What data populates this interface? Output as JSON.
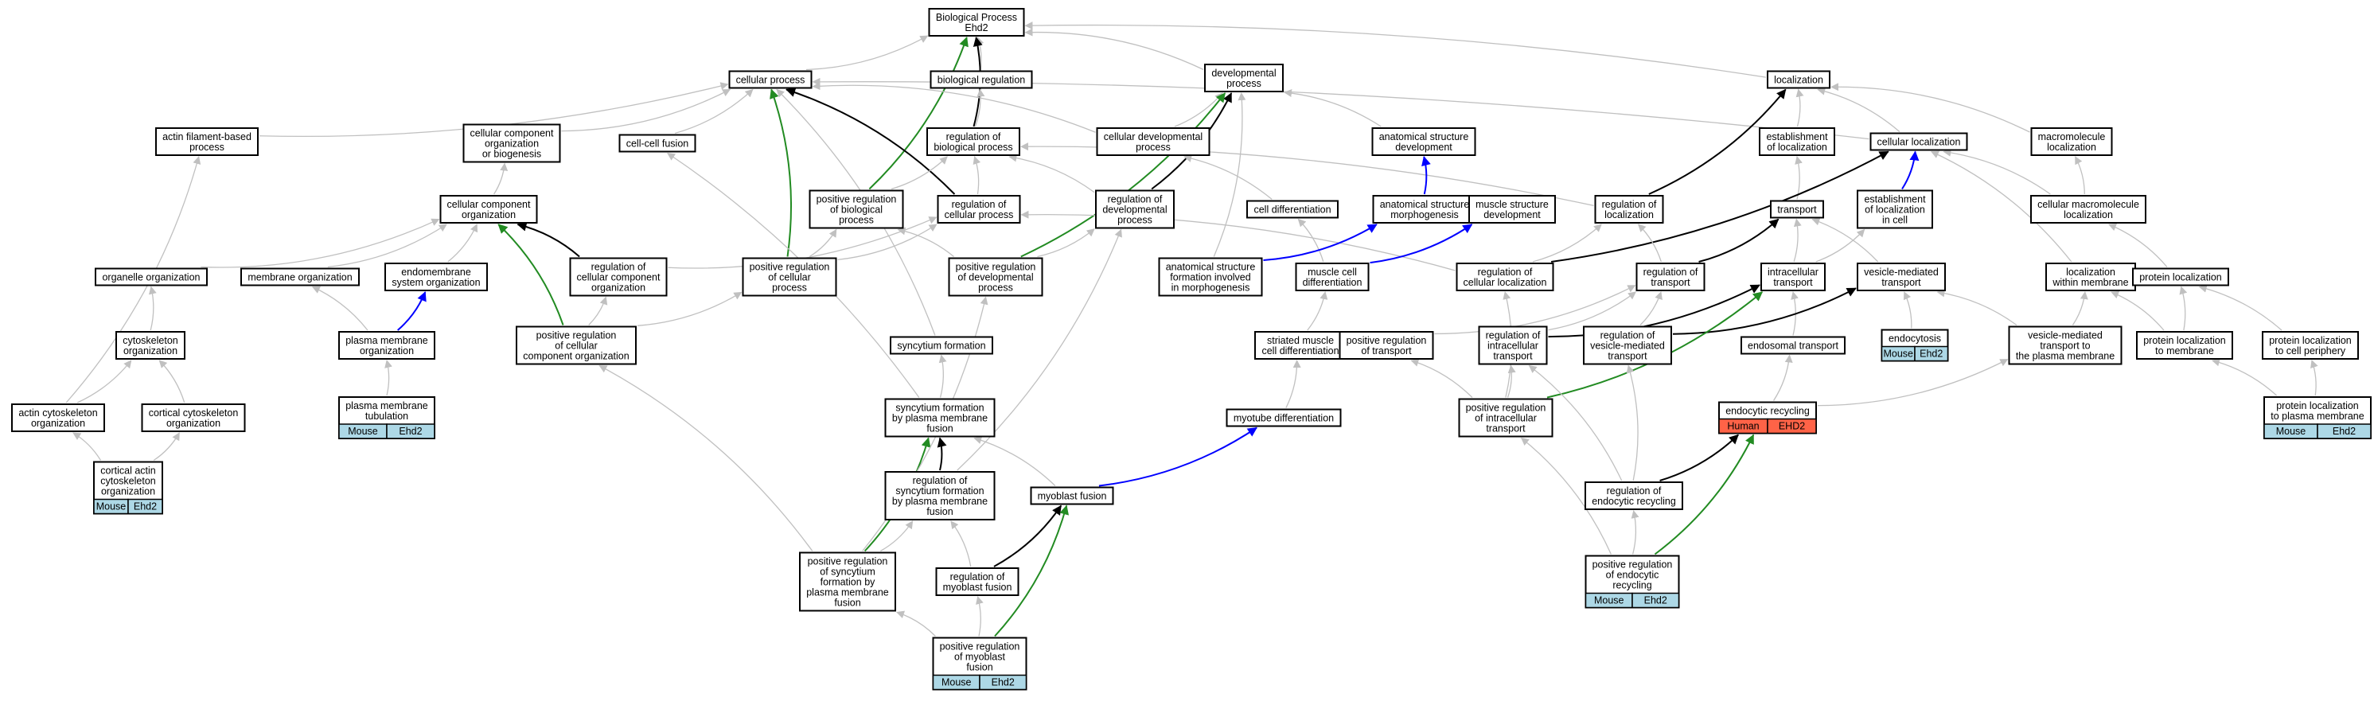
{
  "colors": {
    "gray_edge": "#c0c0c0",
    "black_edge": "#000000",
    "green_edge": "#228b22",
    "blue_edge": "#0000ff",
    "mouse_badge": "#add8e6",
    "human_badge": "#ff6347"
  },
  "nodes": [
    {
      "id": "bp",
      "lines": [
        "Biological Process",
        "Ehd2"
      ]
    },
    {
      "id": "cellular_process",
      "lines": [
        "cellular process"
      ]
    },
    {
      "id": "biological_regulation",
      "lines": [
        "biological regulation"
      ]
    },
    {
      "id": "developmental_process",
      "lines": [
        "developmental",
        "process"
      ]
    },
    {
      "id": "localization",
      "lines": [
        "localization"
      ]
    },
    {
      "id": "actin_filament",
      "lines": [
        "actin filament-based",
        "process"
      ]
    },
    {
      "id": "ccob",
      "lines": [
        "cellular component",
        "organization",
        "or biogenesis"
      ]
    },
    {
      "id": "cell_cell_fusion",
      "lines": [
        "cell-cell fusion"
      ]
    },
    {
      "id": "reg_bio_process",
      "lines": [
        "regulation of",
        "biological process"
      ]
    },
    {
      "id": "cell_dev_process",
      "lines": [
        "cellular developmental",
        "process"
      ]
    },
    {
      "id": "anat_dev",
      "lines": [
        "anatomical structure",
        "development"
      ]
    },
    {
      "id": "est_loc",
      "lines": [
        "establishment",
        "of localization"
      ]
    },
    {
      "id": "cell_loc",
      "lines": [
        "cellular localization"
      ]
    },
    {
      "id": "macro_loc",
      "lines": [
        "macromolecule",
        "localization"
      ]
    },
    {
      "id": "cco",
      "lines": [
        "cellular component",
        "organization"
      ]
    },
    {
      "id": "pos_reg_bio",
      "lines": [
        "positive regulation",
        "of biological",
        "process"
      ]
    },
    {
      "id": "reg_cell_process",
      "lines": [
        "regulation of",
        "cellular process"
      ]
    },
    {
      "id": "reg_dev_process",
      "lines": [
        "regulation of",
        "developmental",
        "process"
      ]
    },
    {
      "id": "cell_diff",
      "lines": [
        "cell differentiation"
      ]
    },
    {
      "id": "anat_morph",
      "lines": [
        "anatomical structure",
        "morphogenesis"
      ]
    },
    {
      "id": "muscle_struct_dev",
      "lines": [
        "muscle structure",
        "development"
      ]
    },
    {
      "id": "reg_loc",
      "lines": [
        "regulation of",
        "localization"
      ]
    },
    {
      "id": "transport",
      "lines": [
        "transport"
      ]
    },
    {
      "id": "est_loc_cell",
      "lines": [
        "establishment",
        "of localization",
        "in cell"
      ]
    },
    {
      "id": "cell_macro_loc",
      "lines": [
        "cellular macromolecule",
        "localization"
      ]
    },
    {
      "id": "organelle_org",
      "lines": [
        "organelle organization"
      ]
    },
    {
      "id": "membrane_org",
      "lines": [
        "membrane organization"
      ]
    },
    {
      "id": "endomembrane",
      "lines": [
        "endomembrane",
        "system organization"
      ]
    },
    {
      "id": "reg_cco",
      "lines": [
        "regulation of",
        "cellular component",
        "organization"
      ]
    },
    {
      "id": "pos_reg_cp",
      "lines": [
        "positive regulation",
        "of cellular",
        "process"
      ]
    },
    {
      "id": "pos_reg_dev",
      "lines": [
        "positive regulation",
        "of developmental",
        "process"
      ]
    },
    {
      "id": "anat_form",
      "lines": [
        "anatomical structure",
        "formation involved",
        "in morphogenesis"
      ]
    },
    {
      "id": "muscle_cell_diff",
      "lines": [
        "muscle cell",
        "differentiation"
      ]
    },
    {
      "id": "reg_cell_loc",
      "lines": [
        "regulation of",
        "cellular localization"
      ]
    },
    {
      "id": "reg_transport",
      "lines": [
        "regulation of",
        "transport"
      ]
    },
    {
      "id": "intra_transport",
      "lines": [
        "intracellular",
        "transport"
      ]
    },
    {
      "id": "vesicle_transport",
      "lines": [
        "vesicle-mediated",
        "transport"
      ]
    },
    {
      "id": "loc_membrane",
      "lines": [
        "localization",
        "within membrane"
      ]
    },
    {
      "id": "protein_loc",
      "lines": [
        "protein localization"
      ]
    },
    {
      "id": "cytoskeleton_org",
      "lines": [
        "cytoskeleton",
        "organization"
      ]
    },
    {
      "id": "pm_org",
      "lines": [
        "plasma membrane",
        "organization"
      ]
    },
    {
      "id": "pos_reg_cco",
      "lines": [
        "positive regulation",
        "of cellular",
        "component organization"
      ]
    },
    {
      "id": "syncytium_formation",
      "lines": [
        "syncytium formation"
      ]
    },
    {
      "id": "striated_muscle",
      "lines": [
        "striated muscle",
        "cell differentiation"
      ]
    },
    {
      "id": "pos_reg_transport",
      "lines": [
        "positive regulation",
        "of transport"
      ]
    },
    {
      "id": "reg_intra_transport",
      "lines": [
        "regulation of",
        "intracellular",
        "transport"
      ]
    },
    {
      "id": "reg_vesicle_transport",
      "lines": [
        "regulation of",
        "vesicle-mediated",
        "transport"
      ]
    },
    {
      "id": "endosomal_transport",
      "lines": [
        "endosomal transport"
      ]
    },
    {
      "id": "endocytosis",
      "lines": [
        "endocytosis"
      ],
      "badge": {
        "species": "Mouse",
        "gene": "Ehd2",
        "type": "mouse"
      }
    },
    {
      "id": "vesicle_to_pm",
      "lines": [
        "vesicle-mediated",
        "transport to",
        "the plasma membrane"
      ]
    },
    {
      "id": "protein_loc_membrane",
      "lines": [
        "protein localization",
        "to membrane"
      ]
    },
    {
      "id": "protein_loc_periphery",
      "lines": [
        "protein localization",
        "to cell periphery"
      ]
    },
    {
      "id": "actin_cyto_org",
      "lines": [
        "actin cytoskeleton",
        "organization"
      ]
    },
    {
      "id": "cortical_cyto_org",
      "lines": [
        "cortical cytoskeleton",
        "organization"
      ]
    },
    {
      "id": "pm_tubulation",
      "lines": [
        "plasma membrane",
        "tubulation"
      ],
      "badge": {
        "species": "Mouse",
        "gene": "Ehd2",
        "type": "mouse"
      }
    },
    {
      "id": "syncytium_pm_fusion",
      "lines": [
        "syncytium formation",
        "by plasma membrane",
        "fusion"
      ]
    },
    {
      "id": "myotube_diff",
      "lines": [
        "myotube differentiation"
      ]
    },
    {
      "id": "pos_reg_intra_transport",
      "lines": [
        "positive regulation",
        "of intracellular",
        "transport"
      ]
    },
    {
      "id": "endocytic_recycling",
      "lines": [
        "endocytic recycling"
      ],
      "badge": {
        "species": "Human",
        "gene": "EHD2",
        "type": "human"
      }
    },
    {
      "id": "protein_loc_pm",
      "lines": [
        "protein localization",
        "to plasma membrane"
      ],
      "badge": {
        "species": "Mouse",
        "gene": "Ehd2",
        "type": "mouse"
      }
    },
    {
      "id": "cortical_actin",
      "lines": [
        "cortical actin",
        "cytoskeleton",
        "organization"
      ],
      "badge": {
        "species": "Mouse",
        "gene": "Ehd2",
        "type": "mouse"
      }
    },
    {
      "id": "reg_syncytium",
      "lines": [
        "regulation of",
        "syncytium formation",
        "by plasma membrane",
        "fusion"
      ]
    },
    {
      "id": "myoblast_fusion",
      "lines": [
        "myoblast fusion"
      ]
    },
    {
      "id": "reg_endocytic_recycling",
      "lines": [
        "regulation of",
        "endocytic recycling"
      ]
    },
    {
      "id": "pos_reg_syncytium",
      "lines": [
        "positive regulation",
        "of syncytium",
        "formation by",
        "plasma membrane",
        "fusion"
      ]
    },
    {
      "id": "reg_myoblast_fusion",
      "lines": [
        "regulation of",
        "myoblast fusion"
      ]
    },
    {
      "id": "pos_reg_endocytic_recycling",
      "lines": [
        "positive regulation",
        "of endocytic",
        "recycling"
      ],
      "badge": {
        "species": "Mouse",
        "gene": "Ehd2",
        "type": "mouse"
      }
    },
    {
      "id": "pos_reg_myoblast_fusion",
      "lines": [
        "positive regulation",
        "of myoblast",
        "fusion"
      ],
      "badge": {
        "species": "Mouse",
        "gene": "Ehd2",
        "type": "mouse"
      }
    }
  ],
  "edges": [
    [
      "cellular_process",
      "bp",
      "gray"
    ],
    [
      "biological_regulation",
      "bp",
      "gray"
    ],
    [
      "developmental_process",
      "bp",
      "gray"
    ],
    [
      "localization",
      "bp",
      "gray"
    ],
    [
      "reg_bio_process",
      "bp",
      "black"
    ],
    [
      "pos_reg_bio",
      "bp",
      "green"
    ],
    [
      "actin_filament",
      "cellular_process",
      "gray"
    ],
    [
      "ccob",
      "cellular_process",
      "gray"
    ],
    [
      "cell_cell_fusion",
      "cellular_process",
      "gray"
    ],
    [
      "cell_dev_process",
      "cellular_process",
      "gray"
    ],
    [
      "cell_loc",
      "cellular_process",
      "gray"
    ],
    [
      "reg_cell_process",
      "cellular_process",
      "black"
    ],
    [
      "pos_reg_cp",
      "cellular_process",
      "green"
    ],
    [
      "syncytium_formation",
      "cellular_process",
      "gray"
    ],
    [
      "cell_dev_process",
      "developmental_process",
      "gray"
    ],
    [
      "anat_dev",
      "developmental_process",
      "gray"
    ],
    [
      "anat_form",
      "developmental_process",
      "gray"
    ],
    [
      "reg_dev_process",
      "developmental_process",
      "black"
    ],
    [
      "pos_reg_dev",
      "developmental_process",
      "green"
    ],
    [
      "est_loc",
      "localization",
      "gray"
    ],
    [
      "cell_loc",
      "localization",
      "gray"
    ],
    [
      "macro_loc",
      "localization",
      "gray"
    ],
    [
      "reg_loc",
      "localization",
      "black"
    ],
    [
      "reg_bio_process",
      "biological_regulation",
      "gray"
    ],
    [
      "cco",
      "ccob",
      "gray"
    ],
    [
      "reg_cell_process",
      "reg_bio_process",
      "gray"
    ],
    [
      "reg_dev_process",
      "reg_bio_process",
      "gray"
    ],
    [
      "reg_loc",
      "reg_bio_process",
      "gray"
    ],
    [
      "pos_reg_bio",
      "reg_bio_process",
      "gray"
    ],
    [
      "cell_diff",
      "cell_dev_process",
      "gray"
    ],
    [
      "anat_morph",
      "anat_dev",
      "blue"
    ],
    [
      "transport",
      "est_loc",
      "gray"
    ],
    [
      "est_loc_cell",
      "cell_loc",
      "blue"
    ],
    [
      "cell_macro_loc",
      "cell_loc",
      "gray"
    ],
    [
      "loc_membrane",
      "cell_loc",
      "gray"
    ],
    [
      "reg_cell_loc",
      "cell_loc",
      "black"
    ],
    [
      "cell_macro_loc",
      "macro_loc",
      "gray"
    ],
    [
      "organelle_org",
      "cco",
      "gray"
    ],
    [
      "membrane_org",
      "cco",
      "gray"
    ],
    [
      "endomembrane",
      "cco",
      "gray"
    ],
    [
      "reg_cco",
      "cco",
      "black"
    ],
    [
      "pos_reg_cco",
      "cco",
      "green"
    ],
    [
      "pos_reg_cp",
      "pos_reg_bio",
      "gray"
    ],
    [
      "pos_reg_dev",
      "pos_reg_bio",
      "gray"
    ],
    [
      "reg_cco",
      "reg_cell_process",
      "gray"
    ],
    [
      "reg_cell_loc",
      "reg_cell_process",
      "gray"
    ],
    [
      "pos_reg_cp",
      "reg_cell_process",
      "gray"
    ],
    [
      "pos_reg_dev",
      "reg_dev_process",
      "gray"
    ],
    [
      "muscle_cell_diff",
      "cell_diff",
      "gray"
    ],
    [
      "anat_form",
      "anat_morph",
      "blue"
    ],
    [
      "muscle_cell_diff",
      "muscle_struct_dev",
      "blue"
    ],
    [
      "reg_cell_loc",
      "reg_loc",
      "gray"
    ],
    [
      "reg_transport",
      "reg_loc",
      "gray"
    ],
    [
      "reg_transport",
      "transport",
      "black"
    ],
    [
      "intra_transport",
      "transport",
      "gray"
    ],
    [
      "vesicle_transport",
      "transport",
      "gray"
    ],
    [
      "intra_transport",
      "est_loc_cell",
      "gray"
    ],
    [
      "protein_loc",
      "cell_macro_loc",
      "gray"
    ],
    [
      "cytoskeleton_org",
      "organelle_org",
      "gray"
    ],
    [
      "pm_org",
      "membrane_org",
      "gray"
    ],
    [
      "pm_org",
      "endomembrane",
      "blue"
    ],
    [
      "pos_reg_cco",
      "reg_cco",
      "gray"
    ],
    [
      "pos_reg_cco",
      "pos_reg_cp",
      "gray"
    ],
    [
      "pos_reg_intra_transport",
      "reg_cell_loc",
      "gray"
    ],
    [
      "pos_reg_transport",
      "reg_transport",
      "gray"
    ],
    [
      "reg_intra_transport",
      "reg_transport",
      "gray"
    ],
    [
      "reg_vesicle_transport",
      "reg_transport",
      "gray"
    ],
    [
      "endosomal_transport",
      "intra_transport",
      "gray"
    ],
    [
      "reg_intra_transport",
      "intra_transport",
      "black"
    ],
    [
      "endocytosis",
      "vesicle_transport",
      "gray"
    ],
    [
      "vesicle_to_pm",
      "vesicle_transport",
      "gray"
    ],
    [
      "reg_vesicle_transport",
      "vesicle_transport",
      "black"
    ],
    [
      "vesicle_to_pm",
      "loc_membrane",
      "gray"
    ],
    [
      "protein_loc_membrane",
      "loc_membrane",
      "gray"
    ],
    [
      "protein_loc_membrane",
      "protein_loc",
      "gray"
    ],
    [
      "protein_loc_periphery",
      "protein_loc",
      "gray"
    ],
    [
      "actin_cyto_org",
      "actin_filament",
      "gray"
    ],
    [
      "actin_cyto_org",
      "cytoskeleton_org",
      "gray"
    ],
    [
      "cortical_cyto_org",
      "cytoskeleton_org",
      "gray"
    ],
    [
      "pm_tubulation",
      "pm_org",
      "gray"
    ],
    [
      "syncytium_pm_fusion",
      "syncytium_formation",
      "gray"
    ],
    [
      "syncytium_pm_fusion",
      "cell_cell_fusion",
      "gray"
    ],
    [
      "striated_muscle",
      "muscle_cell_diff",
      "gray"
    ],
    [
      "myotube_diff",
      "striated_muscle",
      "gray"
    ],
    [
      "pos_reg_intra_transport",
      "pos_reg_transport",
      "gray"
    ],
    [
      "pos_reg_intra_transport",
      "reg_intra_transport",
      "gray"
    ],
    [
      "pos_reg_intra_transport",
      "intra_transport",
      "green"
    ],
    [
      "endocytic_recycling",
      "endosomal_transport",
      "gray"
    ],
    [
      "endocytic_recycling",
      "vesicle_to_pm",
      "gray"
    ],
    [
      "protein_loc_pm",
      "protein_loc_membrane",
      "gray"
    ],
    [
      "protein_loc_pm",
      "protein_loc_periphery",
      "gray"
    ],
    [
      "cortical_actin",
      "actin_cyto_org",
      "gray"
    ],
    [
      "cortical_actin",
      "cortical_cyto_org",
      "gray"
    ],
    [
      "reg_syncytium",
      "syncytium_pm_fusion",
      "black"
    ],
    [
      "reg_syncytium",
      "reg_dev_process",
      "gray"
    ],
    [
      "myoblast_fusion",
      "syncytium_pm_fusion",
      "gray"
    ],
    [
      "myoblast_fusion",
      "myotube_diff",
      "blue"
    ],
    [
      "reg_endocytic_recycling",
      "endocytic_recycling",
      "black"
    ],
    [
      "reg_endocytic_recycling",
      "reg_intra_transport",
      "gray"
    ],
    [
      "reg_endocytic_recycling",
      "reg_vesicle_transport",
      "gray"
    ],
    [
      "pos_reg_syncytium",
      "syncytium_pm_fusion",
      "green"
    ],
    [
      "pos_reg_syncytium",
      "reg_syncytium",
      "gray"
    ],
    [
      "pos_reg_syncytium",
      "pos_reg_dev",
      "gray"
    ],
    [
      "pos_reg_syncytium",
      "pos_reg_cco",
      "gray"
    ],
    [
      "reg_myoblast_fusion",
      "myoblast_fusion",
      "black"
    ],
    [
      "reg_myoblast_fusion",
      "reg_syncytium",
      "gray"
    ],
    [
      "pos_reg_endocytic_recycling",
      "endocytic_recycling",
      "green"
    ],
    [
      "pos_reg_endocytic_recycling",
      "reg_endocytic_recycling",
      "gray"
    ],
    [
      "pos_reg_endocytic_recycling",
      "pos_reg_intra_transport",
      "gray"
    ],
    [
      "pos_reg_myoblast_fusion",
      "myoblast_fusion",
      "green"
    ],
    [
      "pos_reg_myoblast_fusion",
      "reg_myoblast_fusion",
      "gray"
    ],
    [
      "pos_reg_myoblast_fusion",
      "pos_reg_syncytium",
      "gray"
    ]
  ]
}
